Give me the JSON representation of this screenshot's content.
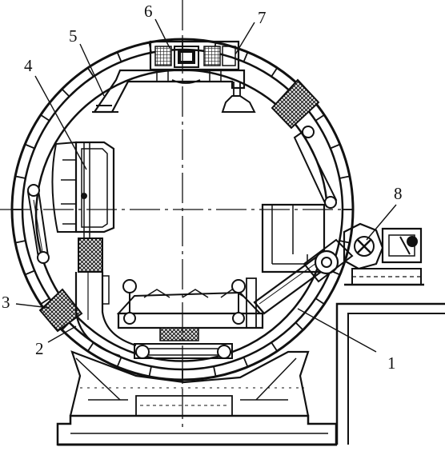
{
  "labels": {
    "l1": "1",
    "l2": "2",
    "l3": "3",
    "l4": "4",
    "l5": "5",
    "l6": "6",
    "l7": "7",
    "l8": "8"
  },
  "colors": {
    "ink": "#111111",
    "paper": "#ffffff",
    "hatch": "#222222"
  }
}
